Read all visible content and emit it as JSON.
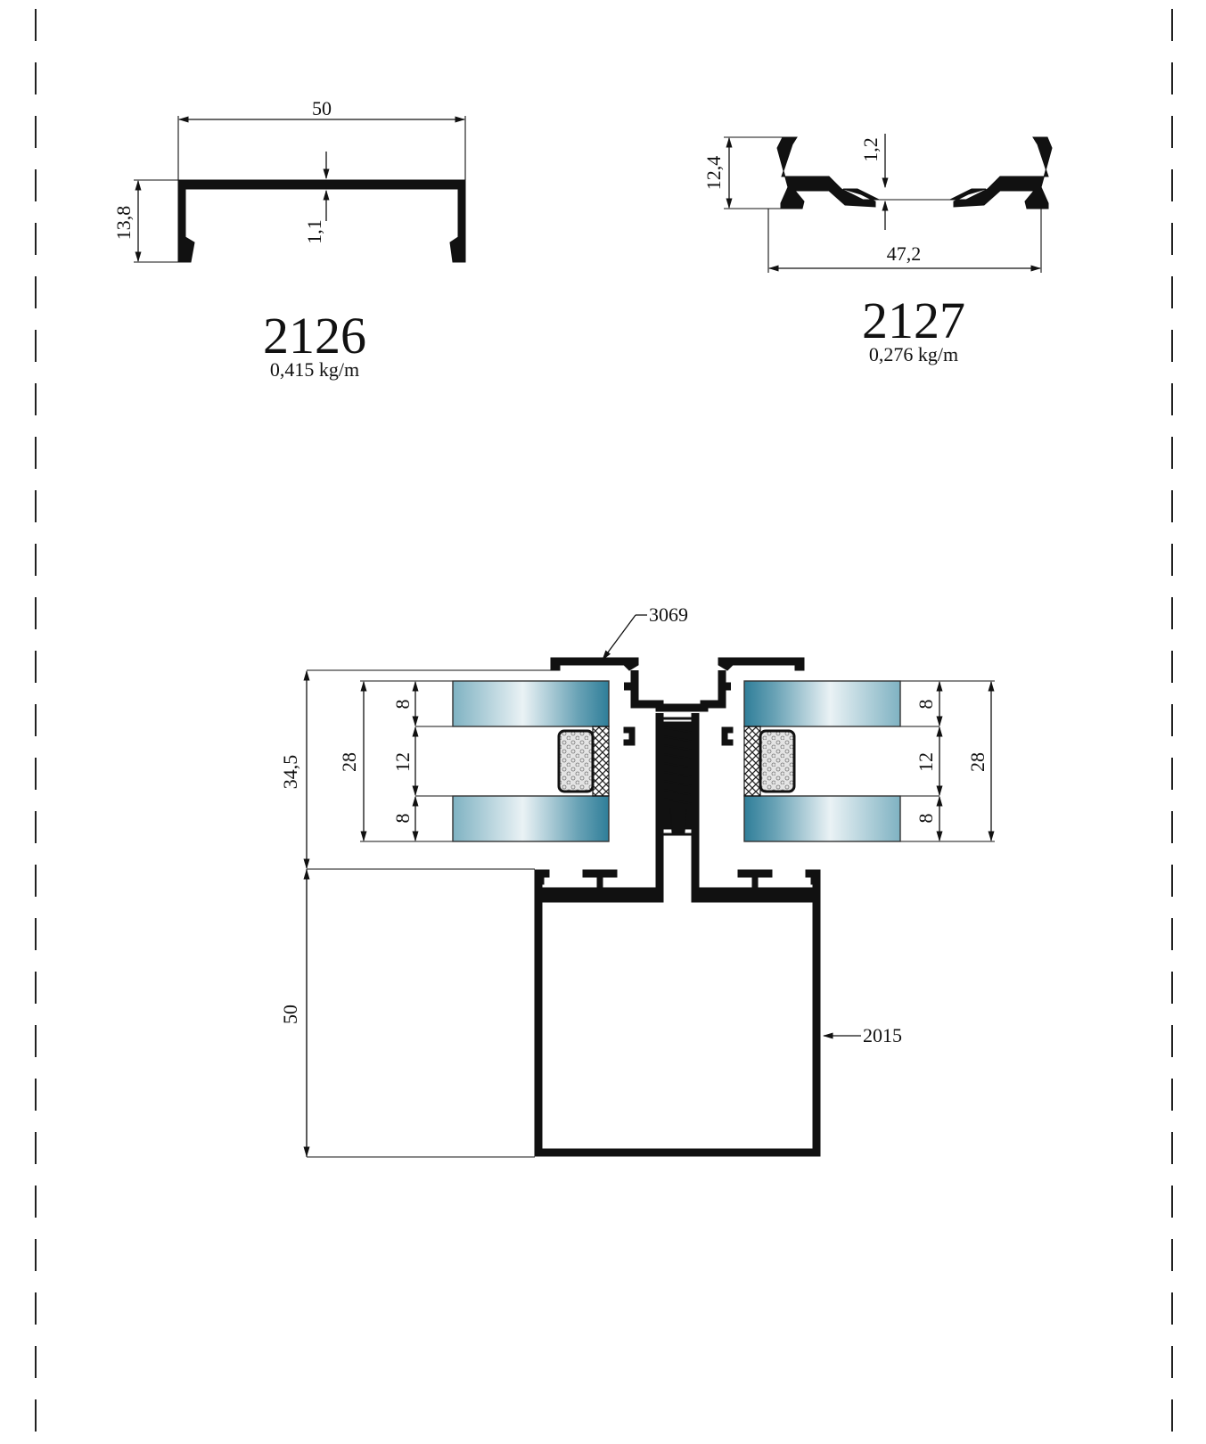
{
  "profile_2126": {
    "code": "2126",
    "weight": "0,415 kg/m",
    "dim_width": "50",
    "dim_height": "13,8",
    "dim_thickness": "1,1"
  },
  "profile_2127": {
    "code": "2127",
    "weight": "0,276 kg/m",
    "dim_width": "47,2",
    "dim_height": "12,4",
    "dim_thickness": "1,2"
  },
  "assembly": {
    "callout_pressure_plate": "3069",
    "callout_mullion": "2015",
    "dim_top_height": "34,5",
    "dim_bottom_height": "50",
    "glass_total": "28",
    "pane_thickness": "8",
    "cavity": "12"
  },
  "colors": {
    "line": "#111111",
    "glass_edge": "#2f7e99",
    "glass_light": "#eaf2f5"
  }
}
